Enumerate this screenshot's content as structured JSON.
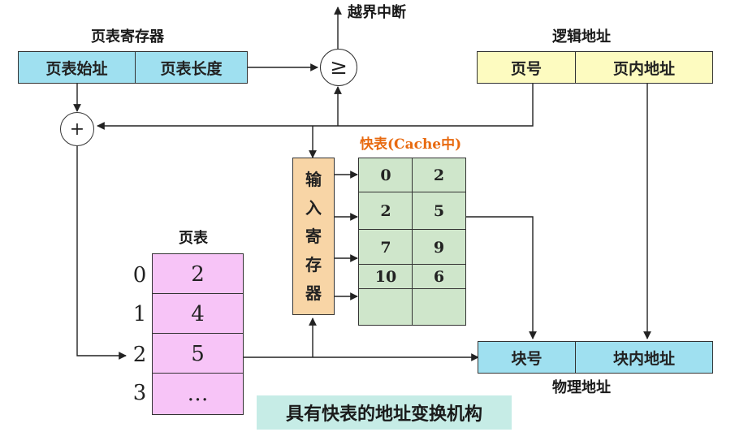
{
  "labels": {
    "page_table_register": "页表寄存器",
    "logical_address": "逻辑地址",
    "out_of_bounds_interrupt": "越界中断",
    "tlb_title": "快表(Cache中)",
    "page_table_title": "页表",
    "physical_address": "物理地址",
    "caption": "具有快表的地址变换机构"
  },
  "page_table_register": {
    "base": "页表始址",
    "length": "页表长度"
  },
  "logical": {
    "page_no": "页号",
    "offset": "页内地址"
  },
  "physical": {
    "block_no": "块号",
    "offset": "块内地址"
  },
  "operators": {
    "compare": "≥",
    "add": "+"
  },
  "input_register": [
    "输",
    "入",
    "寄",
    "存",
    "器"
  ],
  "tlb": {
    "rows": [
      [
        "0",
        "2"
      ],
      [
        "2",
        "5"
      ],
      [
        "7",
        "9"
      ],
      [
        "10",
        "6"
      ],
      [
        "",
        ""
      ]
    ]
  },
  "page_table": {
    "indices": [
      "0",
      "1",
      "2",
      "3"
    ],
    "values": [
      "2",
      "4",
      "5",
      "…"
    ]
  },
  "colors": {
    "register": "#9fe0f0",
    "logical": "#fdfbc0",
    "page_table": "#f7c4f7",
    "tlb": "#cfe6cb",
    "input_register": "#f8d5a6",
    "caption_bg": "#c6ece6",
    "tlb_title": "#e86a10"
  }
}
